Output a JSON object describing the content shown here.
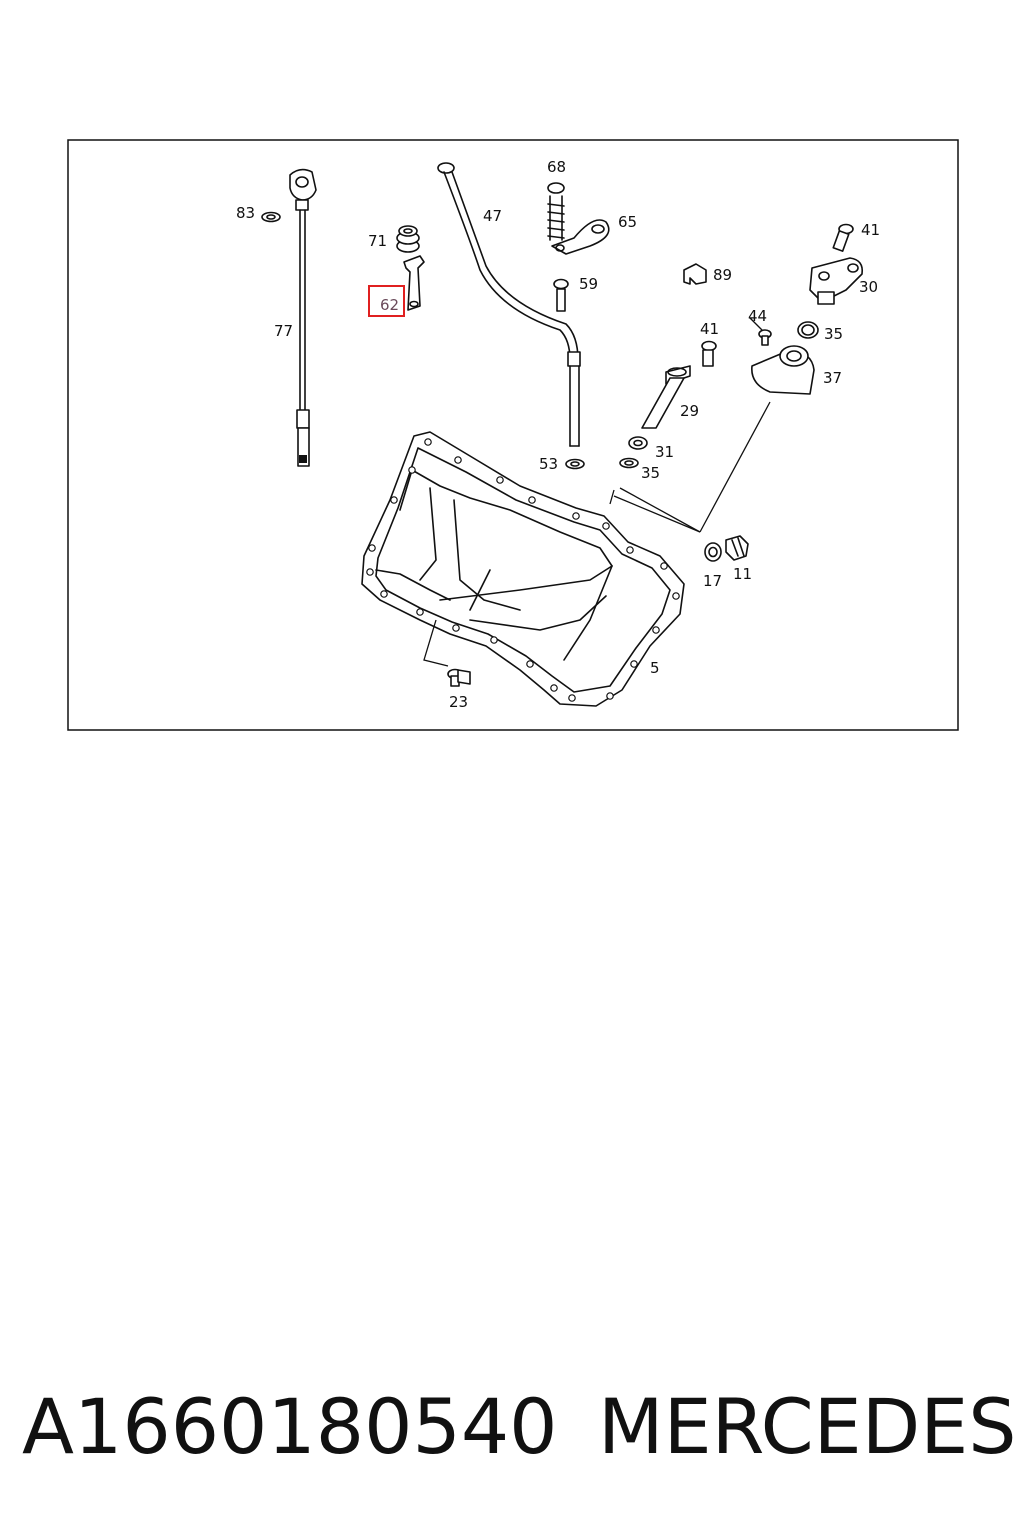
{
  "diagram": {
    "callouts": [
      "83",
      "77",
      "71",
      "62",
      "47",
      "68",
      "65",
      "59",
      "53",
      "89",
      "41",
      "30",
      "44",
      "35",
      "37",
      "41",
      "29",
      "31",
      "35",
      "17",
      "11",
      "5",
      "23"
    ],
    "highlighted_callout": "62"
  },
  "footer": {
    "part_number": "A1660180540",
    "brand": "MERCEDES"
  }
}
